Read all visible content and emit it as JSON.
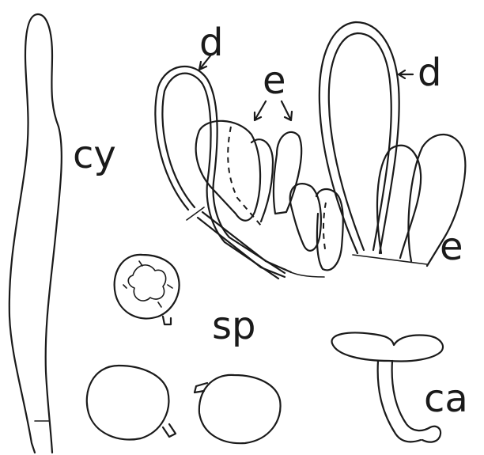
{
  "labels": {
    "cystidium": "cy",
    "basidium_left": "d",
    "basidium_right": "d",
    "basidiole_top": "e",
    "basidiole_right": "e",
    "spores": "sp",
    "caulocystidium": "ca"
  },
  "colors": {
    "ink": "#1a1a1a",
    "paper": "#ffffff"
  }
}
